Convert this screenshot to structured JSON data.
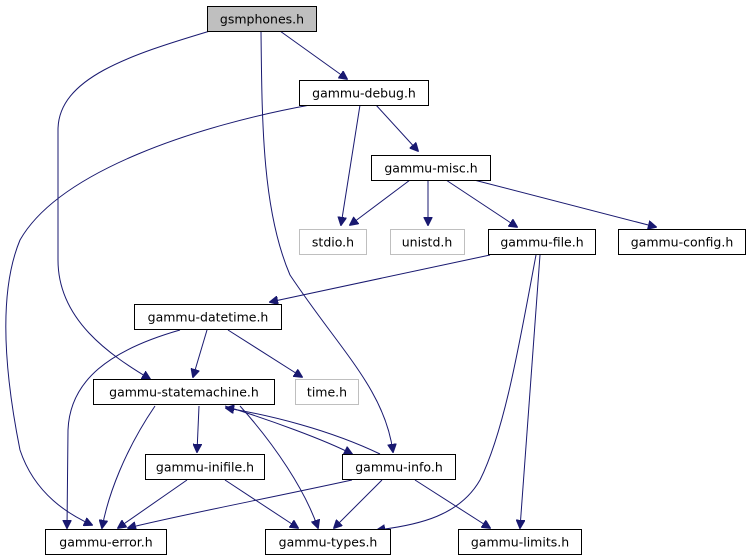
{
  "diagram": {
    "nodes": {
      "gsmphones": "gsmphones.h",
      "gammu_debug": "gammu-debug.h",
      "gammu_misc": "gammu-misc.h",
      "stdio": "stdio.h",
      "unistd": "unistd.h",
      "gammu_file": "gammu-file.h",
      "gammu_config": "gammu-config.h",
      "gammu_datetime": "gammu-datetime.h",
      "gammu_statemachine": "gammu-statemachine.h",
      "time": "time.h",
      "gammu_inifile": "gammu-inifile.h",
      "gammu_info": "gammu-info.h",
      "gammu_error": "gammu-error.h",
      "gammu_types": "gammu-types.h",
      "gammu_limits": "gammu-limits.h"
    },
    "edges": [
      {
        "from": "gsmphones.h",
        "to": "gammu-debug.h"
      },
      {
        "from": "gsmphones.h",
        "to": "gammu-statemachine.h"
      },
      {
        "from": "gsmphones.h",
        "to": "gammu-info.h"
      },
      {
        "from": "gammu-debug.h",
        "to": "gammu-misc.h"
      },
      {
        "from": "gammu-debug.h",
        "to": "stdio.h"
      },
      {
        "from": "gammu-debug.h",
        "to": "gammu-error.h"
      },
      {
        "from": "gammu-misc.h",
        "to": "stdio.h"
      },
      {
        "from": "gammu-misc.h",
        "to": "unistd.h"
      },
      {
        "from": "gammu-misc.h",
        "to": "gammu-file.h"
      },
      {
        "from": "gammu-misc.h",
        "to": "gammu-config.h"
      },
      {
        "from": "gammu-file.h",
        "to": "gammu-datetime.h"
      },
      {
        "from": "gammu-file.h",
        "to": "gammu-types.h"
      },
      {
        "from": "gammu-file.h",
        "to": "gammu-limits.h"
      },
      {
        "from": "gammu-datetime.h",
        "to": "gammu-statemachine.h"
      },
      {
        "from": "gammu-datetime.h",
        "to": "time.h"
      },
      {
        "from": "gammu-datetime.h",
        "to": "gammu-error.h"
      },
      {
        "from": "gammu-statemachine.h",
        "to": "gammu-inifile.h"
      },
      {
        "from": "gammu-statemachine.h",
        "to": "gammu-info.h"
      },
      {
        "from": "gammu-statemachine.h",
        "to": "gammu-error.h"
      },
      {
        "from": "gammu-statemachine.h",
        "to": "gammu-types.h"
      },
      {
        "from": "gammu-info.h",
        "to": "gammu-statemachine.h"
      },
      {
        "from": "gammu-info.h",
        "to": "gammu-error.h"
      },
      {
        "from": "gammu-info.h",
        "to": "gammu-types.h"
      },
      {
        "from": "gammu-info.h",
        "to": "gammu-limits.h"
      },
      {
        "from": "gammu-inifile.h",
        "to": "gammu-error.h"
      },
      {
        "from": "gammu-inifile.h",
        "to": "gammu-types.h"
      }
    ]
  },
  "colors": {
    "edge": "#191970",
    "focus_node_fill": "#bfbfbf",
    "system_header_border": "#bfbfbf",
    "node_border": "#000000"
  }
}
